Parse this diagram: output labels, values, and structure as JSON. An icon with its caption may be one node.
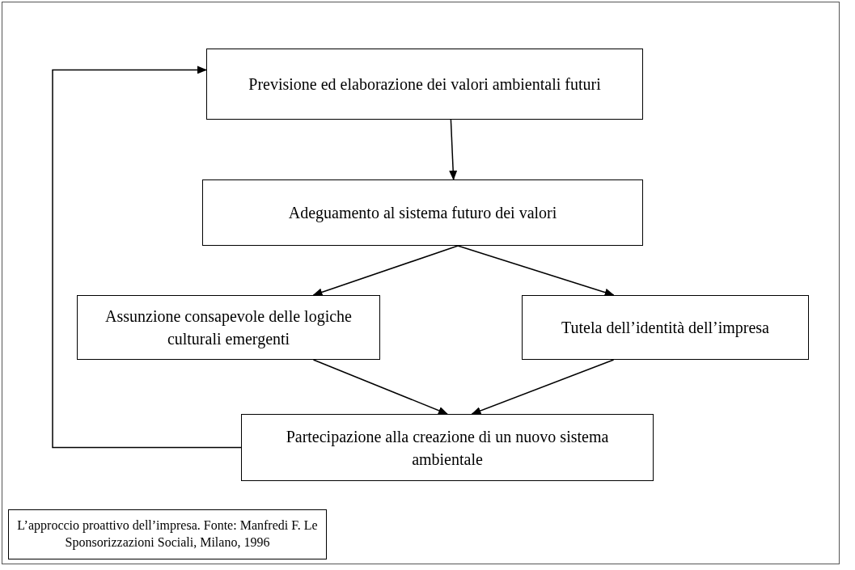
{
  "diagram": {
    "caption": "L’approccio proattivo dell’impresa. Fonte: Manfredi F. Le Sponsorizzazioni Sociali, Milano, 1996",
    "nodes": [
      {
        "text": [
          "Previsione ed elaborazione dei valori ambientali futuri"
        ]
      },
      {
        "text": [
          "Adeguamento al sistema futuro dei valori"
        ]
      },
      {
        "text": [
          "Assunzione consapevole delle logiche culturali emergenti"
        ]
      },
      {
        "text": [
          "Tutela dell’identità dell’impresa"
        ]
      },
      {
        "text": [
          "Partecipazione alla creazione di un nuovo sistema ambientale"
        ]
      }
    ],
    "edges": [
      {
        "from": 0,
        "to": 1,
        "arrow": "to"
      },
      {
        "from": 1,
        "to": 2,
        "arrow": "to"
      },
      {
        "from": 1,
        "to": 3,
        "arrow": "to"
      },
      {
        "from": 2,
        "to": 4,
        "arrow": "to"
      },
      {
        "from": 3,
        "to": 4,
        "arrow": "to"
      },
      {
        "from": 4,
        "to": 0,
        "arrow": "to"
      }
    ]
  }
}
